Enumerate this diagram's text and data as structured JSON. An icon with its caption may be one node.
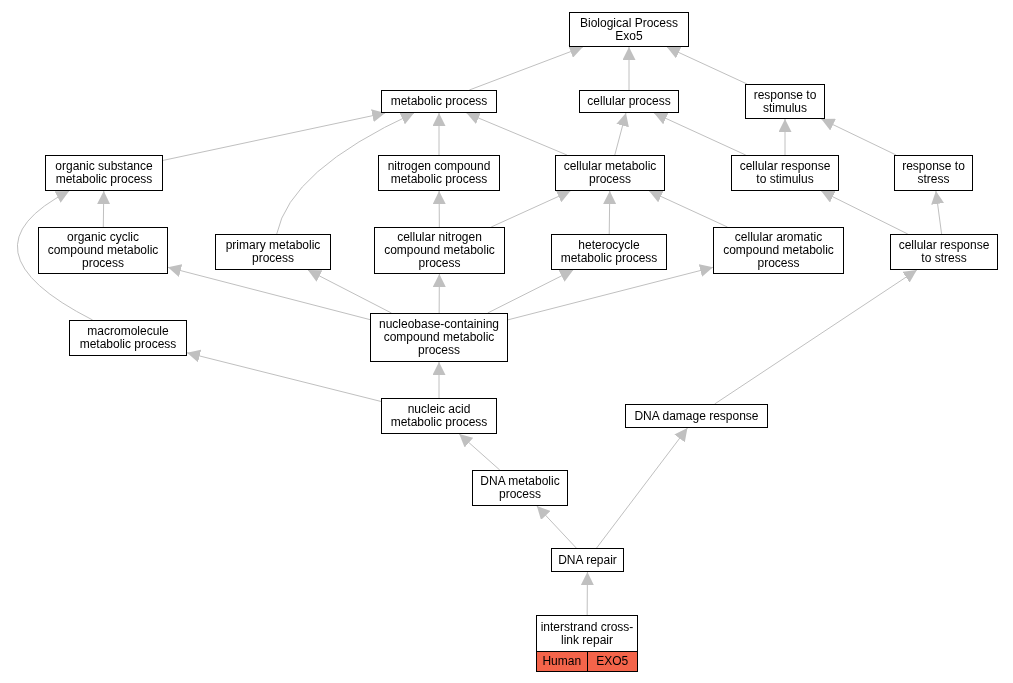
{
  "diagram": {
    "nodes": [
      {
        "text": [
          "Biological Process Exo5"
        ]
      },
      {
        "text": [
          "metabolic process"
        ]
      },
      {
        "text": [
          "cellular process"
        ]
      },
      {
        "text": [
          "response to stimulus"
        ]
      },
      {
        "text": [
          "organic substance metabolic process"
        ]
      },
      {
        "text": [
          "nitrogen compound metabolic process"
        ]
      },
      {
        "text": [
          "cellular metabolic process"
        ]
      },
      {
        "text": [
          "cellular response to stimulus"
        ]
      },
      {
        "text": [
          "response to stress"
        ]
      },
      {
        "text": [
          "organic cyclic compound metabolic process"
        ]
      },
      {
        "text": [
          "primary metabolic process"
        ]
      },
      {
        "text": [
          "cellular nitrogen compound metabolic process"
        ]
      },
      {
        "text": [
          "heterocycle metabolic process"
        ]
      },
      {
        "text": [
          "cellular aromatic compound metabolic process"
        ]
      },
      {
        "text": [
          "cellular response to stress"
        ]
      },
      {
        "text": [
          "macromolecule metabolic process"
        ]
      },
      {
        "text": [
          "nucleobase-containing compound metabolic process"
        ]
      },
      {
        "text": [
          "nucleic acid metabolic process"
        ]
      },
      {
        "text": [
          "DNA damage response"
        ]
      },
      {
        "text": [
          "DNA metabolic process"
        ]
      },
      {
        "text": [
          "DNA repair"
        ]
      },
      {
        "text": [
          "interstrand cross-link repair",
          "Human",
          "EXO5"
        ]
      }
    ],
    "edges": [
      {
        "from": 1,
        "to": 0,
        "arrow": "to"
      },
      {
        "from": 2,
        "to": 0,
        "arrow": "to"
      },
      {
        "from": 3,
        "to": 0,
        "arrow": "to"
      },
      {
        "from": 4,
        "to": 1,
        "arrow": "to"
      },
      {
        "from": 10,
        "to": 1,
        "arrow": "to"
      },
      {
        "from": 5,
        "to": 1,
        "arrow": "to"
      },
      {
        "from": 6,
        "to": 1,
        "arrow": "to"
      },
      {
        "from": 6,
        "to": 2,
        "arrow": "to"
      },
      {
        "from": 7,
        "to": 2,
        "arrow": "to"
      },
      {
        "from": 7,
        "to": 3,
        "arrow": "to"
      },
      {
        "from": 8,
        "to": 3,
        "arrow": "to"
      },
      {
        "from": 9,
        "to": 4,
        "arrow": "to"
      },
      {
        "from": 15,
        "to": 4,
        "arrow": "to"
      },
      {
        "from": 11,
        "to": 5,
        "arrow": "to"
      },
      {
        "from": 11,
        "to": 6,
        "arrow": "to"
      },
      {
        "from": 12,
        "to": 6,
        "arrow": "to"
      },
      {
        "from": 13,
        "to": 6,
        "arrow": "to"
      },
      {
        "from": 14,
        "to": 7,
        "arrow": "to"
      },
      {
        "from": 14,
        "to": 8,
        "arrow": "to"
      },
      {
        "from": 16,
        "to": 9,
        "arrow": "to"
      },
      {
        "from": 16,
        "to": 10,
        "arrow": "to"
      },
      {
        "from": 16,
        "to": 11,
        "arrow": "to"
      },
      {
        "from": 16,
        "to": 12,
        "arrow": "to"
      },
      {
        "from": 16,
        "to": 13,
        "arrow": "to"
      },
      {
        "from": 17,
        "to": 15,
        "arrow": "to"
      },
      {
        "from": 17,
        "to": 16,
        "arrow": "to"
      },
      {
        "from": 18,
        "to": 14,
        "arrow": "to"
      },
      {
        "from": 19,
        "to": 17,
        "arrow": "to"
      },
      {
        "from": 20,
        "to": 19,
        "arrow": "to"
      },
      {
        "from": 20,
        "to": 18,
        "arrow": "to"
      },
      {
        "from": 21,
        "to": 20,
        "arrow": "to"
      }
    ]
  }
}
